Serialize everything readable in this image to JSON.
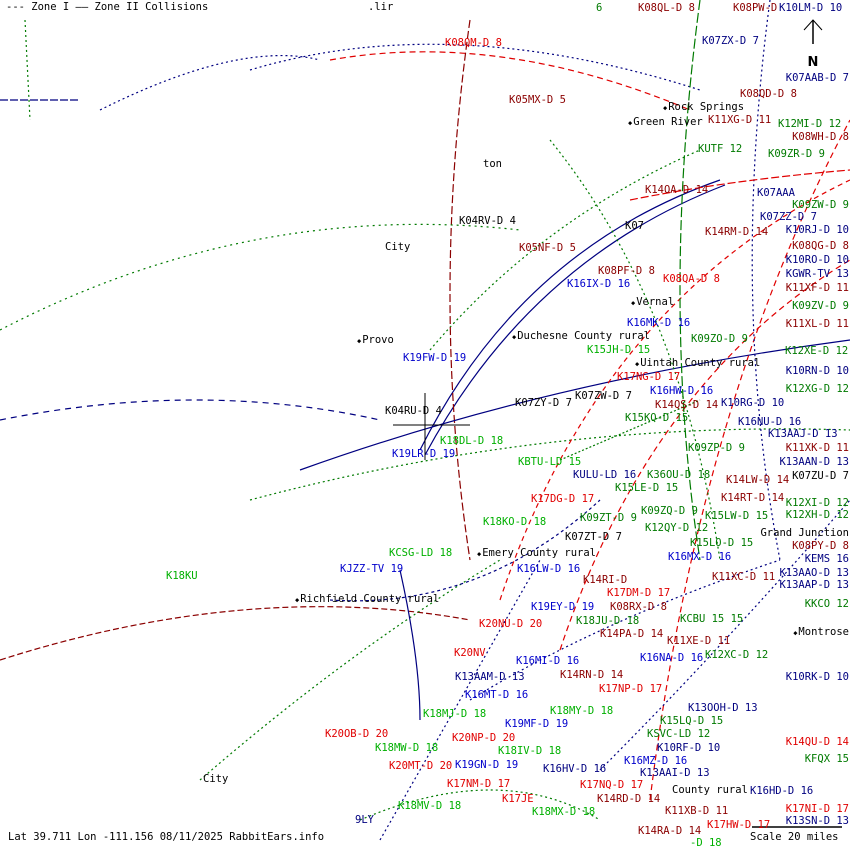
{
  "legend": {
    "zone1": "--- Zone I",
    "zone2": "—— Zone II Collisions",
    "title_fragment": ".lir"
  },
  "status": "Lat 39.711 Lon -111.156 08/11/2025 RabbitEars.info",
  "scale": "Scale 20 miles",
  "north_label": "N",
  "colors": {
    "navy": "#000080",
    "blue": "#0000cc",
    "dark_red": "#8b0000",
    "red": "#e00000",
    "green": "#007a00",
    "bright_green": "#00b000"
  },
  "labels": [
    {
      "text": "6",
      "c": "g"
    },
    {
      "text": "K08QL-D 8",
      "c": "r"
    },
    {
      "text": "K08PW-D",
      "c": "r"
    },
    {
      "text": "K10LM-D 10",
      "c": "n"
    },
    {
      "text": "K07ZX-D 7",
      "c": "n"
    },
    {
      "text": "K07AAB-D 7",
      "c": "n"
    },
    {
      "text": "K08QM-D 8",
      "c": "R"
    },
    {
      "text": "K05MX-D 5",
      "c": "r"
    },
    {
      "text": "K08QD-D 8",
      "c": "r"
    },
    {
      "text": "Rock Springs",
      "c": "k",
      "city": true
    },
    {
      "text": "Green River",
      "c": "k",
      "city": true
    },
    {
      "text": "K11XG-D 11",
      "c": "r"
    },
    {
      "text": "K12MI-D 12",
      "c": "g"
    },
    {
      "text": "K08WH-D 8",
      "c": "r"
    },
    {
      "text": "KUTF 12",
      "c": "g"
    },
    {
      "text": "K09ZR-D 9",
      "c": "g"
    },
    {
      "text": "K14OA-D 14",
      "c": "r"
    },
    {
      "text": "K07AAA",
      "c": "n"
    },
    {
      "text": "K09ZW-D 9",
      "c": "g"
    },
    {
      "text": "K07ZZ-D 7",
      "c": "n"
    },
    {
      "text": "K10RJ-D 10",
      "c": "n"
    },
    {
      "text": "K04RV-D 4",
      "c": "k"
    },
    {
      "text": "K07",
      "c": "k"
    },
    {
      "text": "K14RM-D 14",
      "c": "r"
    },
    {
      "text": "K08QG-D 8",
      "c": "r"
    },
    {
      "text": "K05NF-D 5",
      "c": "r"
    },
    {
      "text": "K10RO-D 10",
      "c": "n"
    },
    {
      "text": "City",
      "c": "k"
    },
    {
      "text": "K08PF-D 8",
      "c": "r"
    },
    {
      "text": "K08QA-D 8",
      "c": "R"
    },
    {
      "text": "KGWR-TV 13",
      "c": "n"
    },
    {
      "text": "K11XF-D 11",
      "c": "r"
    },
    {
      "text": "K16IX-D 16",
      "c": "b"
    },
    {
      "text": "Vernal",
      "c": "k",
      "city": true
    },
    {
      "text": "K09ZV-D 9",
      "c": "g"
    },
    {
      "text": "K11XL-D 11",
      "c": "r"
    },
    {
      "text": "K16MK-D 16",
      "c": "b"
    },
    {
      "text": "Duchesne County rural",
      "c": "k",
      "city": true
    },
    {
      "text": "K15JH-D 15",
      "c": "G"
    },
    {
      "text": "K09ZO-D 9",
      "c": "g"
    },
    {
      "text": "Provo",
      "c": "k",
      "city": true
    },
    {
      "text": "K12XE-D 12",
      "c": "g"
    },
    {
      "text": "Uintah County rural",
      "c": "k",
      "city": true
    },
    {
      "text": "K19FW-D 19",
      "c": "b"
    },
    {
      "text": "K17NG-D 17",
      "c": "R"
    },
    {
      "text": "K10RN-D 10",
      "c": "n"
    },
    {
      "text": "K16HW-D 16",
      "c": "b"
    },
    {
      "text": "K12XG-D 12",
      "c": "g"
    },
    {
      "text": "K14QS-D 14",
      "c": "r"
    },
    {
      "text": "K07ZW-D 7",
      "c": "k"
    },
    {
      "text": "K07ZY-D 7",
      "c": "k"
    },
    {
      "text": "K10RG-D 10",
      "c": "n"
    },
    {
      "text": "K04RU-D 4",
      "c": "k"
    },
    {
      "text": "K15KQ-D 15",
      "c": "g"
    },
    {
      "text": "K16NU-D 16",
      "c": "n"
    },
    {
      "text": "K13AAJ-D 13",
      "c": "n"
    },
    {
      "text": "K11XK-D 11",
      "c": "r"
    },
    {
      "text": "K18DL-D 18",
      "c": "G"
    },
    {
      "text": "K19LR-D 19",
      "c": "b"
    },
    {
      "text": "K13AAN-D 13",
      "c": "n"
    },
    {
      "text": "K09ZP-D 9",
      "c": "g"
    },
    {
      "text": "KBTU-LD 15",
      "c": "G"
    },
    {
      "text": "KULU-LD 16",
      "c": "n"
    },
    {
      "text": "K07ZU-D 7",
      "c": "k"
    },
    {
      "text": "K14LW-D 14",
      "c": "r"
    },
    {
      "text": "K36OU-D 18",
      "c": "g"
    },
    {
      "text": "K15LE-D 15",
      "c": "g"
    },
    {
      "text": "K17DG-D 17",
      "c": "R"
    },
    {
      "text": "K14RT-D 14",
      "c": "r"
    },
    {
      "text": "K12XI-D 12",
      "c": "g"
    },
    {
      "text": "K09ZQ-D 9",
      "c": "g"
    },
    {
      "text": "K12XH-D 12",
      "c": "g"
    },
    {
      "text": "K09ZT-D 9",
      "c": "g"
    },
    {
      "text": "K15LW-D 15",
      "c": "g"
    },
    {
      "text": "K18KO-D 18",
      "c": "G"
    },
    {
      "text": "K12QY-D 12",
      "c": "g"
    },
    {
      "text": "Grand Junction",
      "c": "k"
    },
    {
      "text": "K08PY-D 8",
      "c": "r"
    },
    {
      "text": "K07ZT-D 7",
      "c": "k"
    },
    {
      "text": "K15LO-D 15",
      "c": "g"
    },
    {
      "text": "KEMS 16",
      "c": "n"
    },
    {
      "text": "Emery County rural",
      "c": "k",
      "city": true
    },
    {
      "text": "KCSG-LD 18",
      "c": "G"
    },
    {
      "text": "K16MX-D 16",
      "c": "b"
    },
    {
      "text": "K13AAO-D 13",
      "c": "n"
    },
    {
      "text": "KJZZ-TV 19",
      "c": "b"
    },
    {
      "text": "K16LW-D 16",
      "c": "b"
    },
    {
      "text": "K11XC-D 11",
      "c": "r"
    },
    {
      "text": "K13AAP-D 13",
      "c": "n"
    },
    {
      "text": "K14RI-D",
      "c": "r"
    },
    {
      "text": "K17DM-D 17",
      "c": "R"
    },
    {
      "text": "K08RX-D 8",
      "c": "r"
    },
    {
      "text": "Richfield County rural",
      "c": "k",
      "city": true
    },
    {
      "text": "K18JU-D 18",
      "c": "g"
    },
    {
      "text": "KKCO 12",
      "c": "g"
    },
    {
      "text": "K19EY-D 19",
      "c": "b"
    },
    {
      "text": "K20NU-D 20",
      "c": "R"
    },
    {
      "text": "K14PA-D 14",
      "c": "r"
    },
    {
      "text": "KCBU 15 15",
      "c": "g"
    },
    {
      "text": "Montrose",
      "c": "k",
      "city": true
    },
    {
      "text": "K11XE-D 11",
      "c": "r"
    },
    {
      "text": "K12XC-D 12",
      "c": "g"
    },
    {
      "text": "K20NV",
      "c": "R"
    },
    {
      "text": "K16NA-D 16",
      "c": "b"
    },
    {
      "text": "K16MI-D 16",
      "c": "b"
    },
    {
      "text": "K14RN-D 14",
      "c": "r"
    },
    {
      "text": "K13AAM-D 13",
      "c": "n"
    },
    {
      "text": "K10RK-D 10",
      "c": "n"
    },
    {
      "text": "K17NP-D 17",
      "c": "R"
    },
    {
      "text": "K16MT-D 16",
      "c": "b"
    },
    {
      "text": "K18MY-D 18",
      "c": "G"
    },
    {
      "text": "K13OOH-D 13",
      "c": "n"
    },
    {
      "text": "K15LQ-D 15",
      "c": "g"
    },
    {
      "text": "K18MJ-D 18",
      "c": "G"
    },
    {
      "text": "K19MF-D 19",
      "c": "b"
    },
    {
      "text": "KSVC-LD 12",
      "c": "g"
    },
    {
      "text": "K20NP-D 20",
      "c": "R"
    },
    {
      "text": "K10RF-D 10",
      "c": "n"
    },
    {
      "text": "K20OB-D 20",
      "c": "R"
    },
    {
      "text": "K18MW-D 18",
      "c": "G"
    },
    {
      "text": "K14QU-D 14",
      "c": "R"
    },
    {
      "text": "K18IV-D 18",
      "c": "G"
    },
    {
      "text": "K16MZ-D 16",
      "c": "b"
    },
    {
      "text": "K19GN-D 19",
      "c": "b"
    },
    {
      "text": "KFQX 15",
      "c": "g"
    },
    {
      "text": "K20MT-D 20",
      "c": "R"
    },
    {
      "text": "K13AAI-D 13",
      "c": "n"
    },
    {
      "text": "K16HV-D 16",
      "c": "n"
    },
    {
      "text": "City",
      "c": "k"
    },
    {
      "text": "K17NM-D 17",
      "c": "R"
    },
    {
      "text": "K17NQ-D 17",
      "c": "R"
    },
    {
      "text": "County rural",
      "c": "k"
    },
    {
      "text": "K16HD-D 16",
      "c": "n"
    },
    {
      "text": "K17JE",
      "c": "R"
    },
    {
      "text": "K14RD-D 14",
      "c": "r"
    },
    {
      "text": "K18MV-D 18",
      "c": "G"
    },
    {
      "text": "K18MX-D 18",
      "c": "G"
    },
    {
      "text": "K11XB-D 11",
      "c": "r"
    },
    {
      "text": "K17HW-D 17",
      "c": "R"
    },
    {
      "text": "K13SN-D 13",
      "c": "n"
    },
    {
      "text": "K14RA-D 14",
      "c": "r"
    },
    {
      "text": "K17NI-D 17",
      "c": "R"
    },
    {
      "text": "-D 18",
      "c": "G"
    },
    {
      "text": "9LY",
      "c": "n"
    },
    {
      "text": "K18KU",
      "c": "G"
    },
    {
      "text": "ton",
      "c": "k"
    }
  ]
}
